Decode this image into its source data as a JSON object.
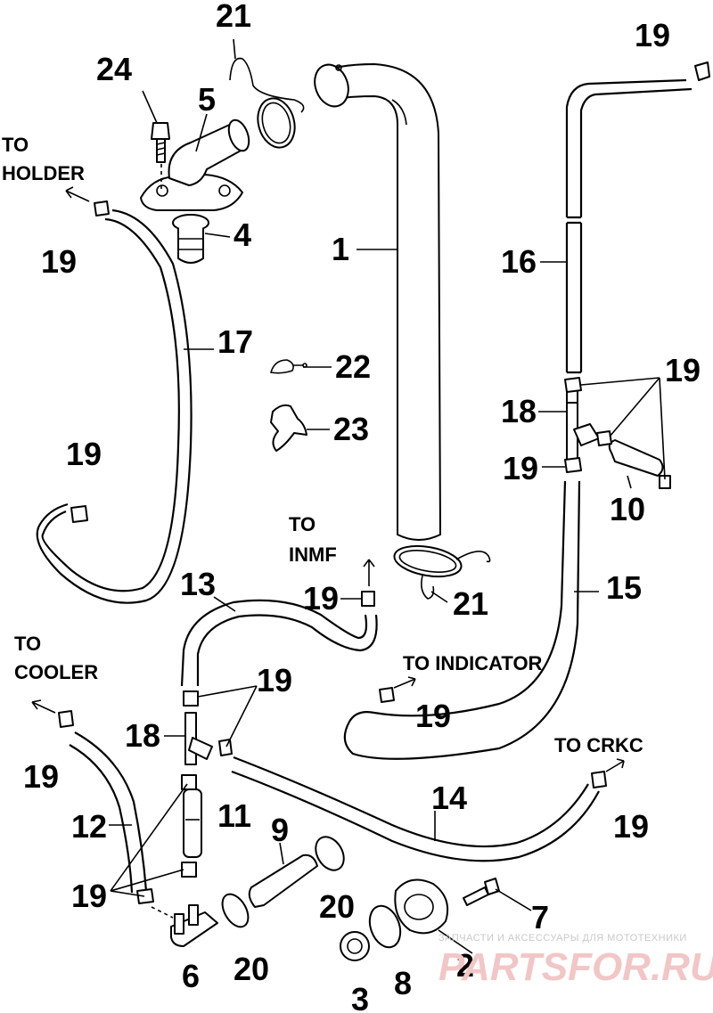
{
  "labels": {
    "to_holder": [
      "TO",
      "HOLDER"
    ],
    "to_inmf": [
      "TO",
      "INMF"
    ],
    "to_cooler": [
      "TO",
      "COOLER"
    ],
    "to_indicator": "TO INDICATOR",
    "to_crkc": "TO CRKC"
  },
  "callouts": {
    "c1": "1",
    "c2": "2",
    "c3": "3",
    "c4": "4",
    "c5": "5",
    "c6": "6",
    "c7": "7",
    "c8": "8",
    "c9": "9",
    "c10": "10",
    "c11": "11",
    "c12": "12",
    "c13": "13",
    "c14": "14",
    "c15": "15",
    "c16": "16",
    "c17": "17",
    "c18a": "18",
    "c18b": "18",
    "c19_top_right": "19",
    "c19_holder": "19",
    "c19_left_mid": "19",
    "c19_right_group": "19",
    "c19_right_small": "19",
    "c19_inmf": "19",
    "c19_indicator": "19",
    "c19_center_group": "19",
    "c19_cooler": "19",
    "c19_crkc": "19",
    "c19_bottom_group": "19",
    "c20a": "20",
    "c20b": "20",
    "c21a": "21",
    "c21b": "21",
    "c22": "22",
    "c23": "23",
    "c24": "24"
  },
  "watermark": {
    "caption": "ЗАПЧАСТИ И АКСЕССУАРЫ ДЛЯ МОТОТЕХНИКИ",
    "brand": "PARTSFOR.RU"
  },
  "colors": {
    "ink": "#000000",
    "watermark": "#f2c6c6"
  }
}
